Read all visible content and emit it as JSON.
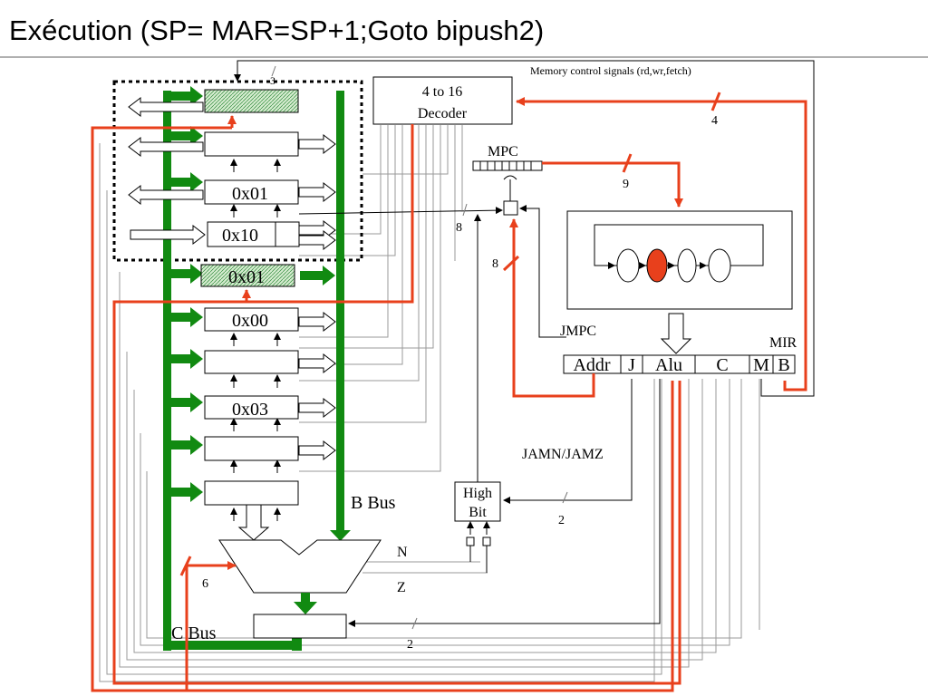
{
  "title": "Exécution (SP= MAR=SP+1;Goto bipush2)",
  "colors": {
    "bus_green": "#118a11",
    "control_red": "#e8401c",
    "active_register": "#d6ecd0",
    "thin_line": "#9a9a9a"
  },
  "labels": {
    "memory_control": "Memory control signals (rd,wr,fetch)",
    "decoder_line1": "4 to 16",
    "decoder_line2": "Decoder",
    "mpc": "MPC",
    "mir": "MIR",
    "jmpc": "JMPC",
    "jamn_jamz": "JAMN/JAMZ",
    "high_bit_line1": "High",
    "high_bit_line2": "Bit",
    "b_bus": "B Bus",
    "c_bus": "C Bus",
    "n_flag": "N",
    "z_flag": "Z"
  },
  "mir_fields": [
    "Addr",
    "J",
    "Alu",
    "C",
    "M",
    "B"
  ],
  "bit_widths": {
    "memory_control": "3",
    "decoder_in": "4",
    "mpc_out": "9",
    "next_addr": "8",
    "jmpc": "8",
    "alu_control": "6",
    "jam": "2",
    "shifter": "2"
  },
  "registers": [
    {
      "id": "mar",
      "value": "",
      "active": true
    },
    {
      "id": "mdr",
      "value": "",
      "active": false
    },
    {
      "id": "pc",
      "value": "0x01",
      "active": false
    },
    {
      "id": "mbr",
      "value": "0x10",
      "active": false
    },
    {
      "id": "sp",
      "value": "0x01",
      "active": true
    },
    {
      "id": "lv",
      "value": "0x00",
      "active": false
    },
    {
      "id": "cpp",
      "value": "",
      "active": false
    },
    {
      "id": "tos",
      "value": "0x03",
      "active": false
    },
    {
      "id": "opc",
      "value": "",
      "active": false
    },
    {
      "id": "h",
      "value": "",
      "active": false
    }
  ]
}
